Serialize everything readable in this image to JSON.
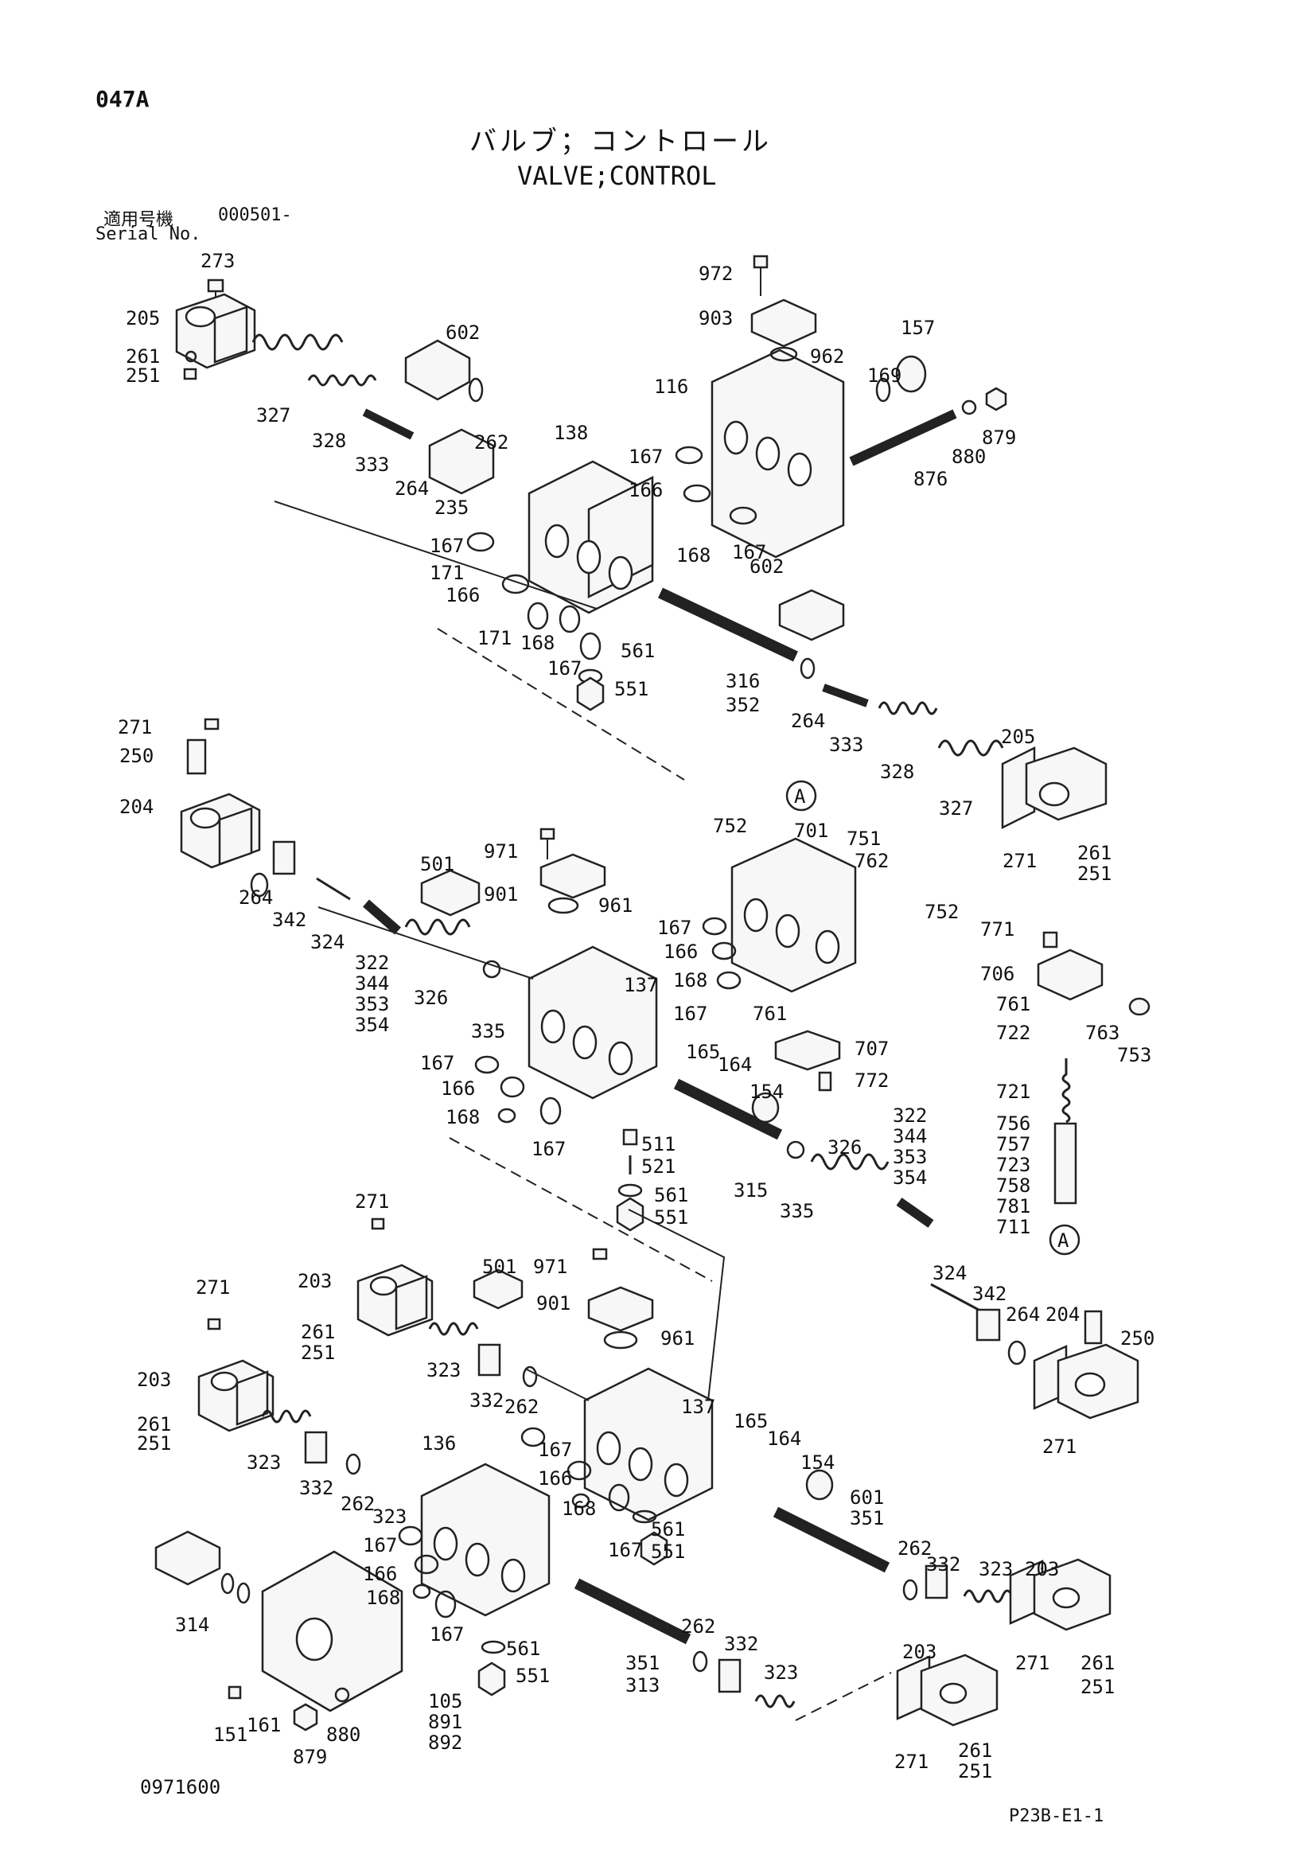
{
  "header": {
    "page_code": "047A",
    "title_jp": "バルブ；コントロール",
    "title_en": "VALVE;CONTROL",
    "serial_label_jp": "適用号機",
    "serial_value": "000501-",
    "serial_label_en": "Serial No."
  },
  "footer": {
    "doc_number": "0971600",
    "figure_code": "P23B-E1-1"
  },
  "detail_marker": "A",
  "part_labels": [
    "273",
    "205",
    "261",
    "251",
    "327",
    "328",
    "333",
    "602",
    "264",
    "235",
    "262",
    "138",
    "972",
    "903",
    "962",
    "157",
    "169",
    "116",
    "879",
    "880",
    "876",
    "167",
    "166",
    "168",
    "171",
    "561",
    "551",
    "316",
    "352",
    "271",
    "250",
    "204",
    "342",
    "324",
    "322",
    "344",
    "353",
    "354",
    "326",
    "335",
    "501",
    "971",
    "901",
    "961",
    "137",
    "752",
    "701",
    "751",
    "762",
    "761",
    "707",
    "772",
    "165",
    "164",
    "154",
    "511",
    "521",
    "315",
    "771",
    "706",
    "763",
    "753",
    "722",
    "721",
    "756",
    "757",
    "723",
    "758",
    "781",
    "711",
    "203",
    "323",
    "332",
    "136",
    "601",
    "314",
    "351",
    "313",
    "151",
    "161",
    "105",
    "891",
    "892"
  ],
  "icons": [
    "bolt-icon",
    "spring-icon",
    "o-ring-icon",
    "nut-icon",
    "valve-block-icon",
    "spool-icon",
    "plug-icon"
  ]
}
